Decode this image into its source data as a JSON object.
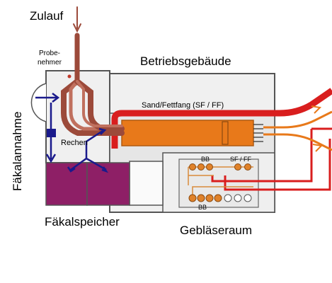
{
  "labels": {
    "inlet": "Zulauf",
    "sampler_line1": "Probe-",
    "sampler_line2": "nehmer",
    "operations_building": "Betriebsgebäude",
    "sand_grease_trap": "Sand/Fettfang (SF / FF)",
    "screen": "Rechen",
    "fecal_intake": "Fäkalannahme",
    "fecal_storage": "Fäkalspeicher",
    "blower_room": "Gebläseraum",
    "bb_upper": "BB",
    "sf_ff": "SF / FF",
    "bb_lower": "BB"
  },
  "colors": {
    "building_fill": "#f0f0f0",
    "building_stroke": "#555555",
    "pipe_brown": "#9c4a3a",
    "pipe_brown_light": "#c0705e",
    "trap_orange": "#e8791a",
    "air_red": "#d91e1e",
    "storage_purple": "#8e1f66",
    "arrow_blue": "#1a1a8c",
    "blower_orange": "#e0822a"
  }
}
